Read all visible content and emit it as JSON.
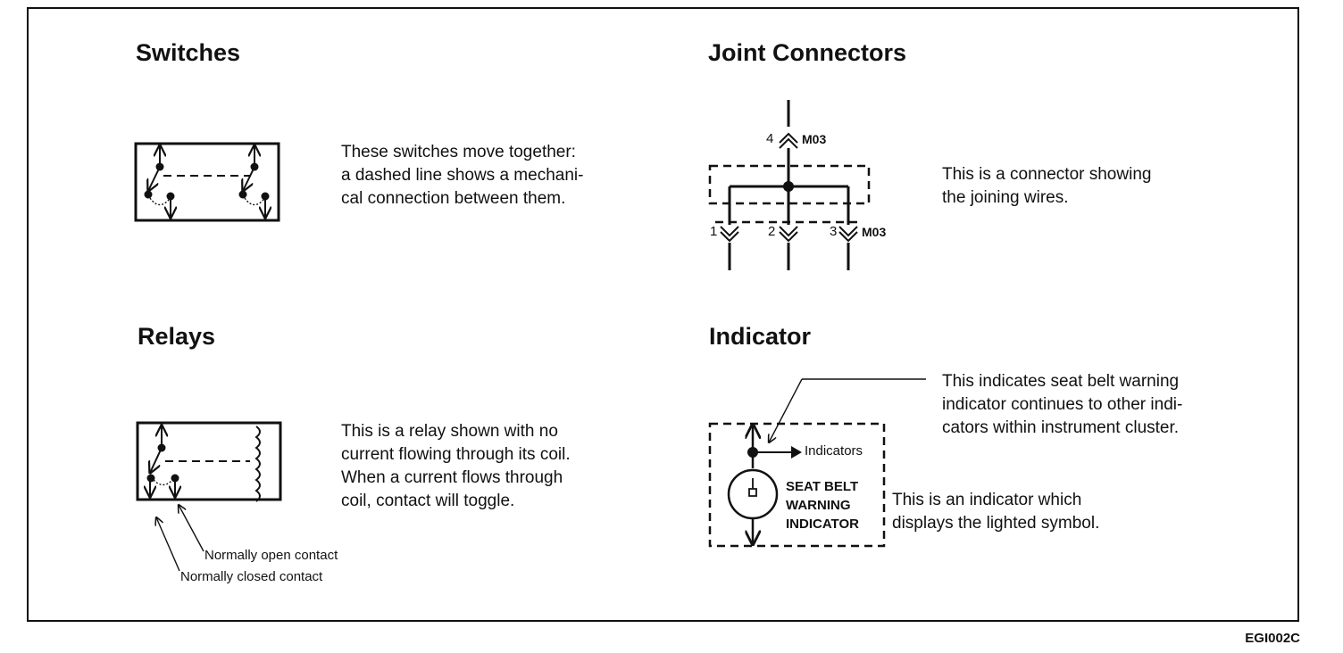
{
  "sections": {
    "switches": {
      "heading": "Switches",
      "description": [
        "These switches move together:",
        "a dashed line shows a mechani-",
        "cal connection between them."
      ]
    },
    "joint_connectors": {
      "heading": "Joint Connectors",
      "description": [
        "This is a connector showing",
        "the joining wires."
      ],
      "pin_top": "4",
      "pins_bottom": [
        "1",
        "2",
        "3"
      ],
      "connector_id": "M03"
    },
    "relays": {
      "heading": "Relays",
      "description": [
        "This is a relay shown with no",
        "current flowing through its coil.",
        "When a current flows through",
        "coil, contact will toggle."
      ],
      "label_open": "Normally open contact",
      "label_closed": "Normally closed contact"
    },
    "indicator": {
      "heading": "Indicator",
      "note": [
        "This indicates seat belt warning",
        "indicator continues to other indi-",
        "cators within instrument cluster."
      ],
      "arrow_label": "Indicators",
      "lamp_label": [
        "SEAT BELT",
        "WARNING",
        "INDICATOR"
      ],
      "description": [
        "This is an indicator which",
        "displays the lighted symbol."
      ]
    }
  },
  "figure_code": "EGI002C"
}
